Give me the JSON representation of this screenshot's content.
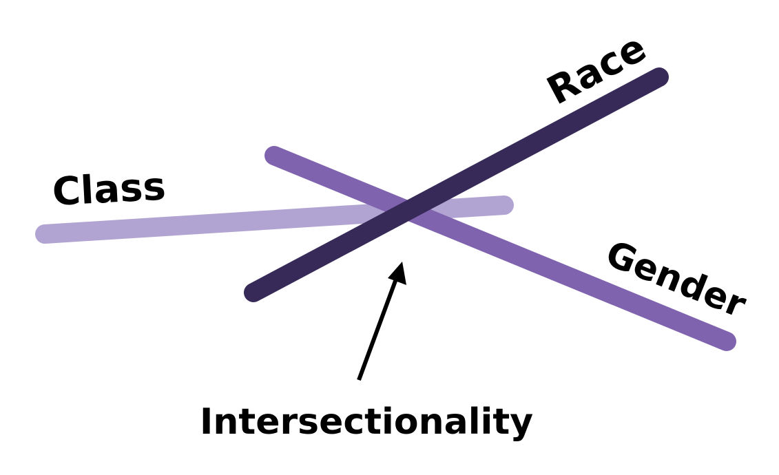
{
  "labels": {
    "class": "Class",
    "race": "Race",
    "gender": "Gender",
    "intersection": "Intersectionality"
  },
  "colors": {
    "class_line": "#b1a3d2",
    "gender_line": "#7f63ae",
    "race_line": "#372a58",
    "text": "#000000",
    "background": "#ffffff"
  }
}
